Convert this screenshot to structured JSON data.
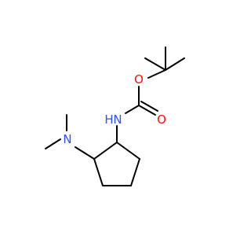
{
  "molecule": {
    "atoms": {
      "n_carbamate": "N",
      "h_carbamate": "H",
      "o_ester": "O",
      "o_carbonyl": "O",
      "n_dimethyl": "N"
    },
    "colors": {
      "bond": "#000000",
      "oxygen": "#ff0d0d",
      "nitrogen": "#3050f8",
      "background": "#ffffff"
    }
  }
}
